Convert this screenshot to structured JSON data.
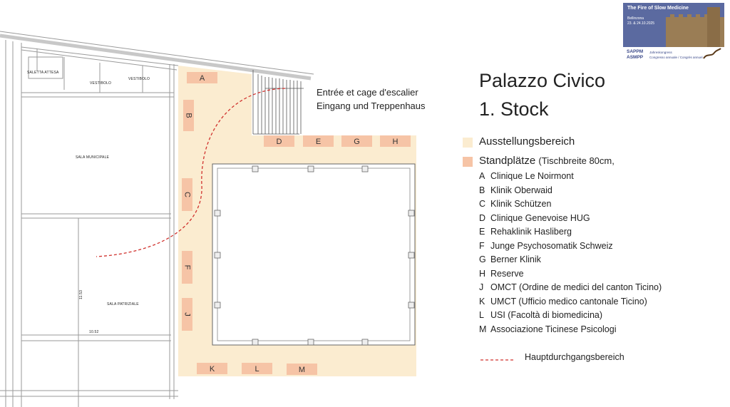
{
  "header": {
    "title_line1": "Palazzo Civico",
    "title_line2": "1. Stock"
  },
  "entrance_note": {
    "line1": "Entrée et cage d'escalier",
    "line2": "Eingang und Treppenhaus"
  },
  "banner": {
    "title": "The Fire of Slow Medicine",
    "place": "Bellinzona",
    "dates": "23. & 24.10.2025",
    "org1": "SAPPM",
    "org2": "ASMPP",
    "caption1": "Jahreskongress",
    "caption2": "Congresso annuale / Congrès annuel",
    "color_sky": "#5b6aa0",
    "color_castle": "#9a7d55"
  },
  "legend": {
    "exhibition_area": "Ausstellungsbereich",
    "stands": "Standplätze",
    "stands_note": "(Tischbreite 80cm,",
    "main_path": "Hauptdurchgangsbereich",
    "color_exhibition": "#fbecd0",
    "color_stand": "#f6c4a6",
    "color_path": "#d0312d"
  },
  "stands": [
    {
      "code": "A",
      "name": "Clinique Le Noirmont"
    },
    {
      "code": "B",
      "name": "Klinik Oberwaid"
    },
    {
      "code": "C",
      "name": "Klinik Schützen"
    },
    {
      "code": "D",
      "name": "Clinique Genevoise HUG"
    },
    {
      "code": "E",
      "name": "Rehaklinik Hasliberg"
    },
    {
      "code": "F",
      "name": "Junge Psychosomatik Schweiz"
    },
    {
      "code": "G",
      "name": "Berner Klinik"
    },
    {
      "code": "H",
      "name": "Reserve"
    },
    {
      "code": "J",
      "name": "OMCT (Ordine de medici del canton Ticino)"
    },
    {
      "code": "K",
      "name": "UMCT (Ufficio medico cantonale Ticino)"
    },
    {
      "code": "L",
      "name": "USI (Facoltà di biomedicina)"
    },
    {
      "code": "M",
      "name": "Associazione Ticinese Psicologi"
    }
  ],
  "floorplan": {
    "rooms": {
      "saletta": "SALETTA ATTESA",
      "vestibolo1": "VESTIBOLO",
      "vestibolo2": "VESTIBOLO",
      "sala_municipale": "SALA MUNICIPALE",
      "sala_patriziale": "SALA PATRIZIALE",
      "dim1": "10.52",
      "dim2": "11.53"
    }
  }
}
